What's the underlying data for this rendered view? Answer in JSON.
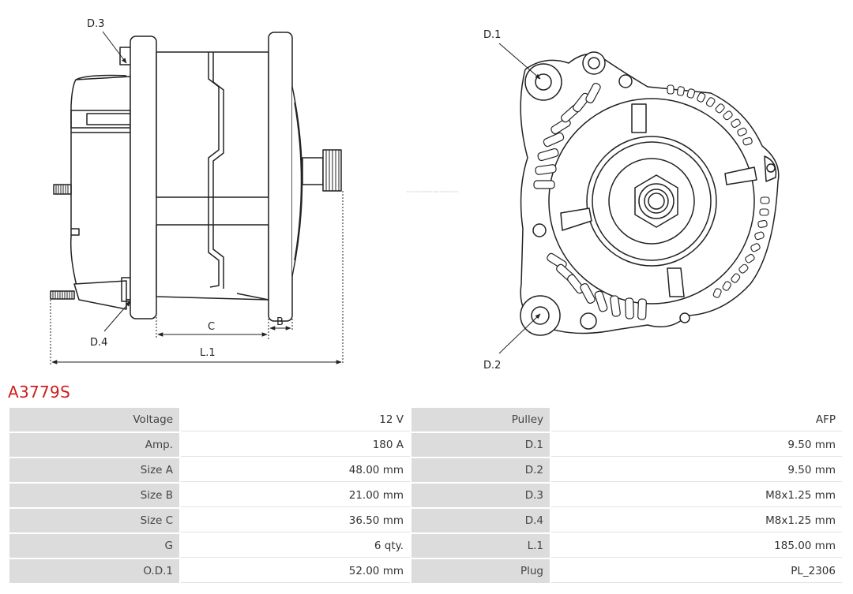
{
  "part_number": "A3779S",
  "drawing_labels": {
    "d1": "D.1",
    "d2": "D.2",
    "d3": "D.3",
    "d4": "D.4",
    "c": "C",
    "b": "B",
    "l1": "L.1"
  },
  "specs": [
    {
      "label_left": "Voltage",
      "value_left": "12 V",
      "label_right": "Pulley",
      "value_right": "AFP"
    },
    {
      "label_left": "Amp.",
      "value_left": "180 A",
      "label_right": "D.1",
      "value_right": "9.50 mm"
    },
    {
      "label_left": "Size A",
      "value_left": "48.00 mm",
      "label_right": "D.2",
      "value_right": "9.50 mm"
    },
    {
      "label_left": "Size B",
      "value_left": "21.00 mm",
      "label_right": "D.3",
      "value_right": "M8x1.25 mm"
    },
    {
      "label_left": "Size C",
      "value_left": "36.50 mm",
      "label_right": "D.4",
      "value_right": "M8x1.25 mm"
    },
    {
      "label_left": "G",
      "value_left": "6 qty.",
      "label_right": "L.1",
      "value_right": "185.00 mm"
    },
    {
      "label_left": "O.D.1",
      "value_left": "52.00 mm",
      "label_right": "Plug",
      "value_right": "PL_2306"
    }
  ]
}
